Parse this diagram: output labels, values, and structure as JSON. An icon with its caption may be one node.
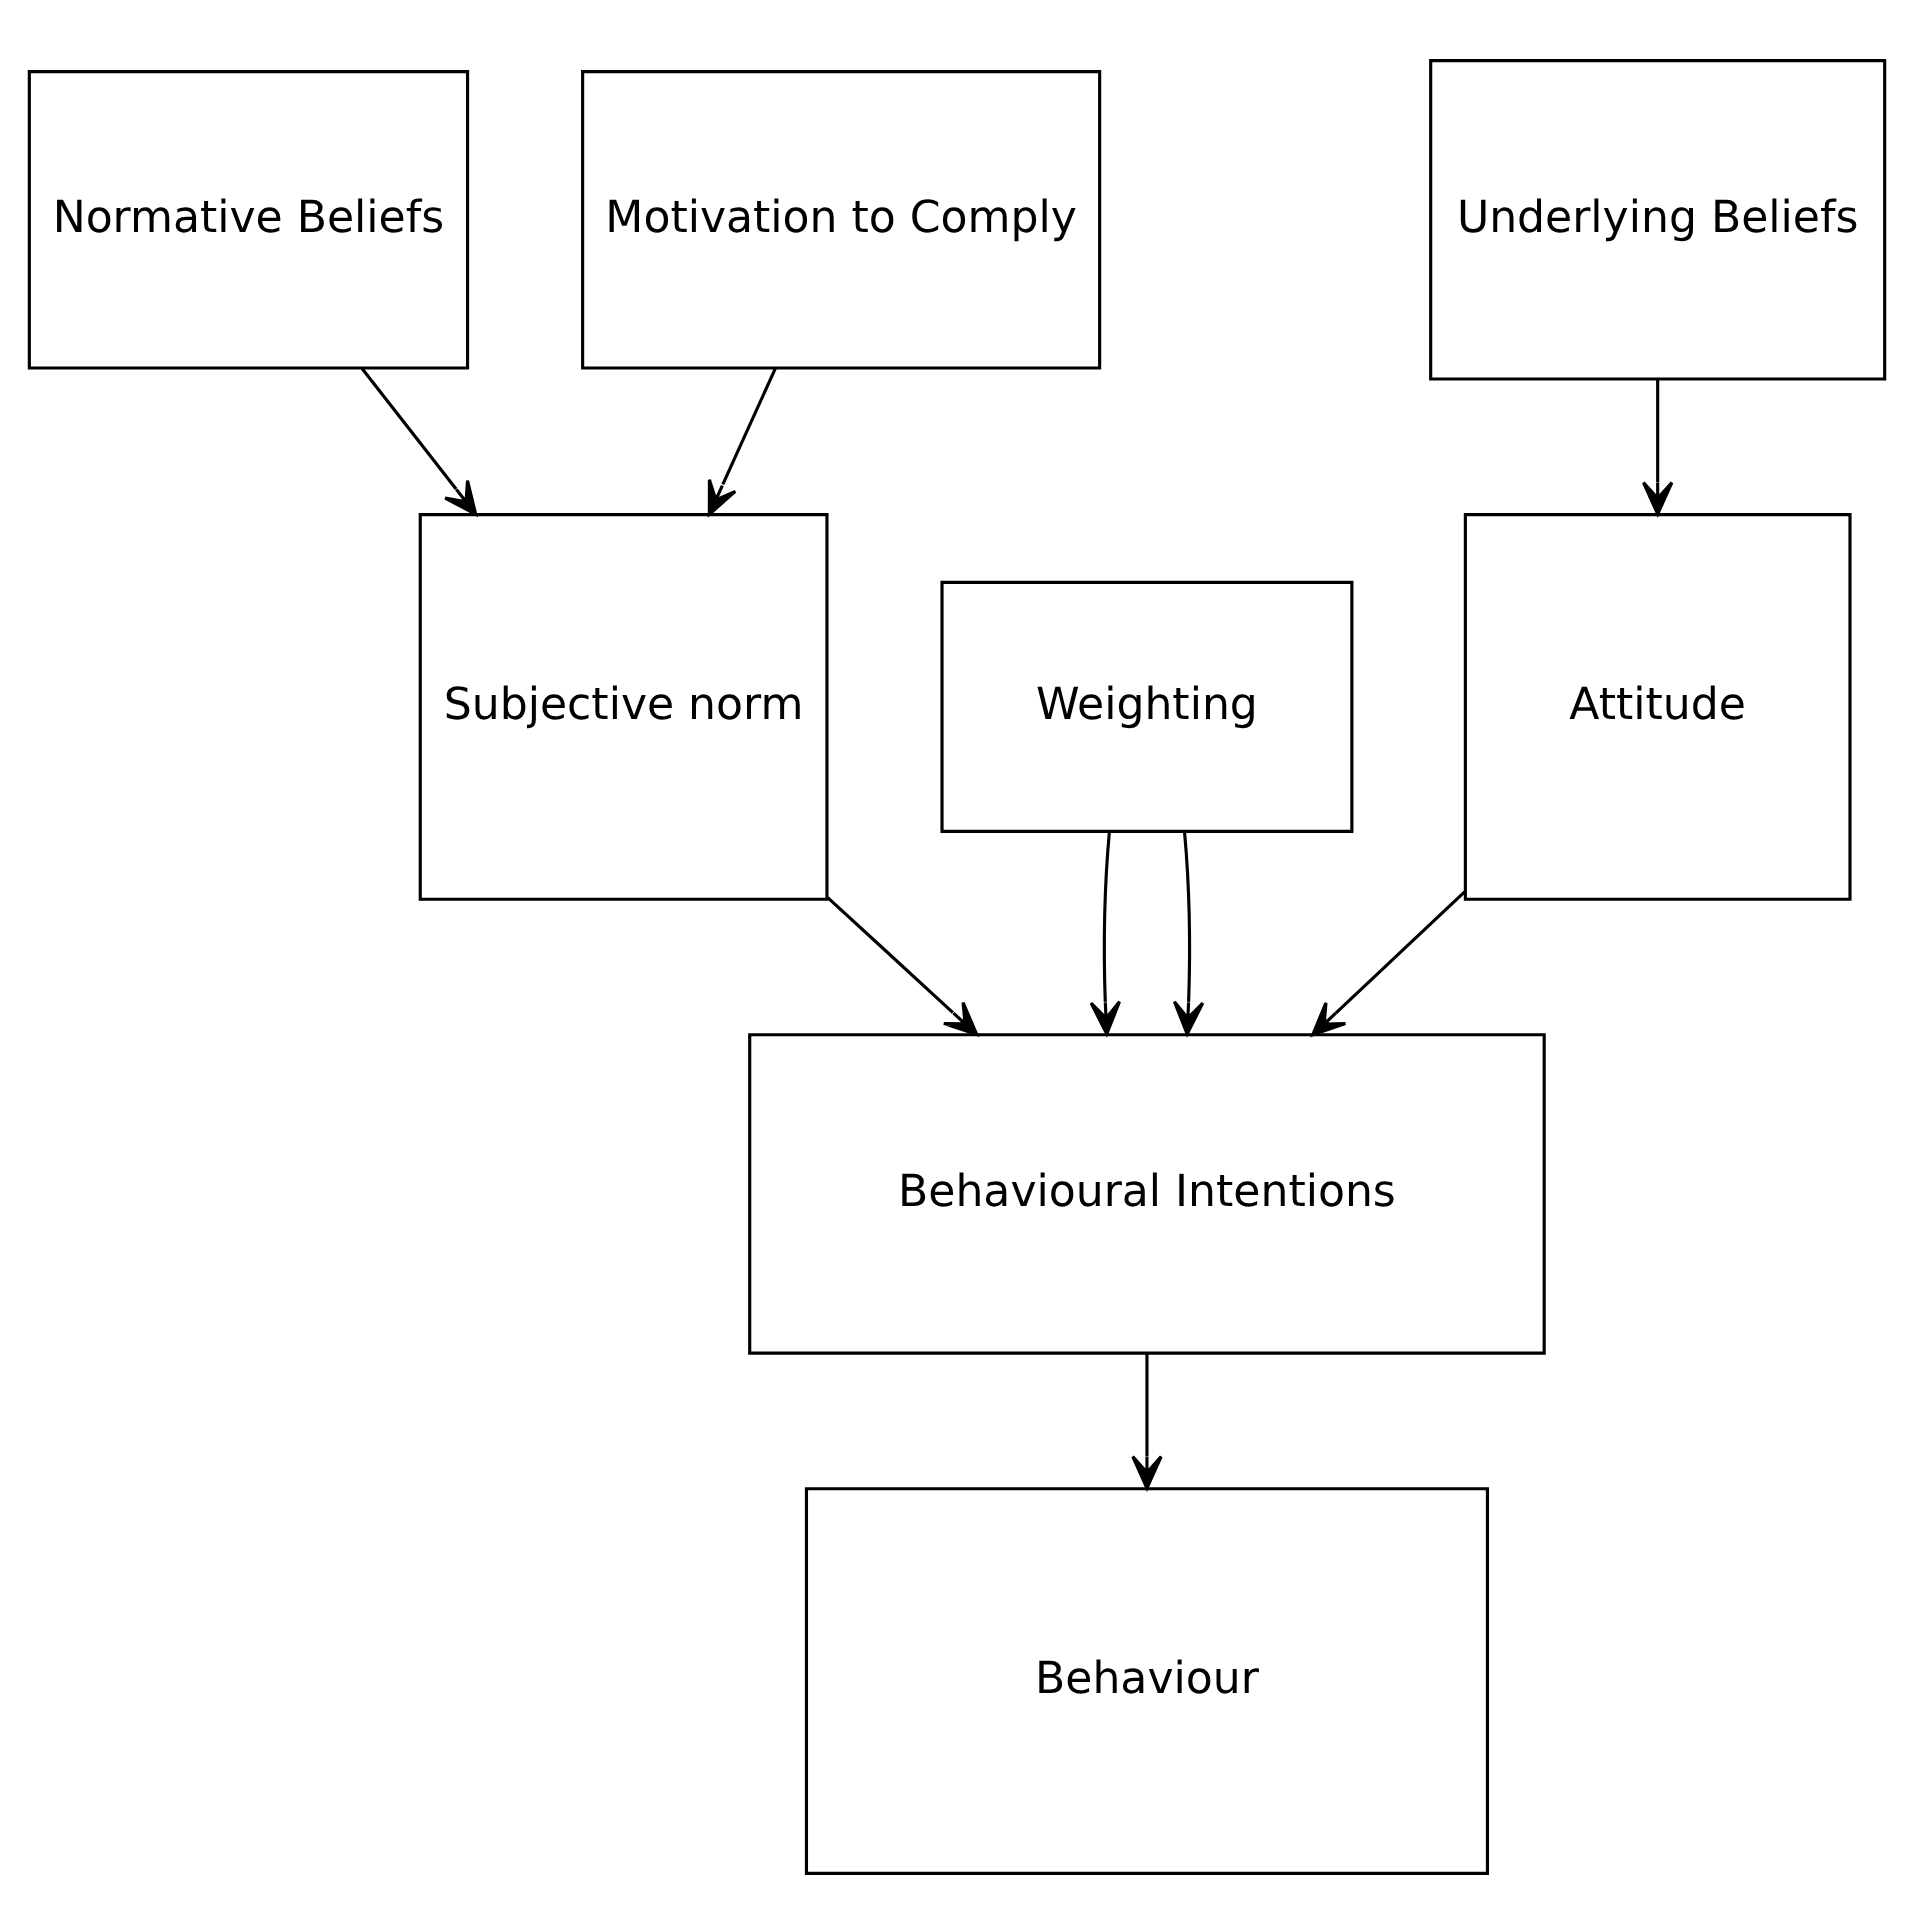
{
  "diagram": {
    "nodes": [
      {
        "text": [
          "Normative Beliefs"
        ]
      },
      {
        "text": [
          "Motivation to Comply"
        ]
      },
      {
        "text": [
          "Underlying Beliefs"
        ]
      },
      {
        "text": [
          "Subjective norm"
        ]
      },
      {
        "text": [
          "Weighting"
        ]
      },
      {
        "text": [
          "Attitude"
        ]
      },
      {
        "text": [
          "Behavioural Intentions"
        ]
      },
      {
        "text": [
          "Behaviour"
        ]
      }
    ],
    "edges": [
      {
        "from": 0,
        "to": 3,
        "arrow": "to"
      },
      {
        "from": 1,
        "to": 3,
        "arrow": "to"
      },
      {
        "from": 2,
        "to": 5,
        "arrow": "to"
      },
      {
        "from": 3,
        "to": 6,
        "arrow": "to"
      },
      {
        "from": 4,
        "to": 6,
        "arrow": "to"
      },
      {
        "from": 4,
        "to": 6,
        "arrow": "to"
      },
      {
        "from": 5,
        "to": 6,
        "arrow": "to"
      },
      {
        "from": 6,
        "to": 7,
        "arrow": "to"
      }
    ]
  }
}
